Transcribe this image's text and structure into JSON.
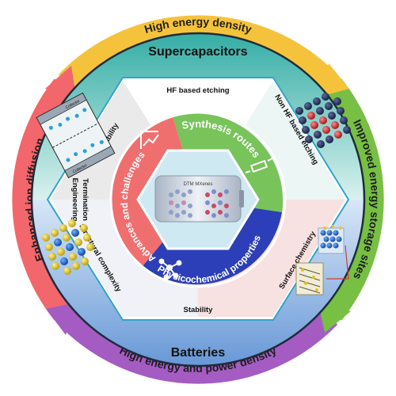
{
  "outer_ring": {
    "top": "High energy density",
    "left": "Enhanced ion diffusion",
    "right": "Improved energy storage sites",
    "bottom": "High energy and power density"
  },
  "headline_top": "Supercapacitors",
  "headline_bottom": "Batteries",
  "hexagon_labels": {
    "top": "HF based etching",
    "top_right": "Non HF based etching",
    "bottom_right": "Surface chemistry",
    "bottom": "Stability",
    "bottom_left": "Structural complexity",
    "left_line1": "Termination",
    "left_line2": "Engineering",
    "top_left": "Scalability"
  },
  "inner_sectors": {
    "synthesis": "Synthesis routes",
    "physicochemical": "Physicochemical properties",
    "advances": "Advances and challenges"
  },
  "center_label": "DTM MXenes",
  "illustrations": {
    "collector": "Collector"
  },
  "colors": {
    "top_arc": "#f5c33b",
    "right_arc": "#77c043",
    "bottom_arc": "#a45cc3",
    "left_arc": "#f2676b",
    "supercap_band": "#22a89b",
    "battery_band": "#5a8fd3",
    "synthesis_sector": "#78c35a",
    "physicochemical_sector": "#2c3fb8",
    "advances_sector": "#ef6f6f"
  }
}
